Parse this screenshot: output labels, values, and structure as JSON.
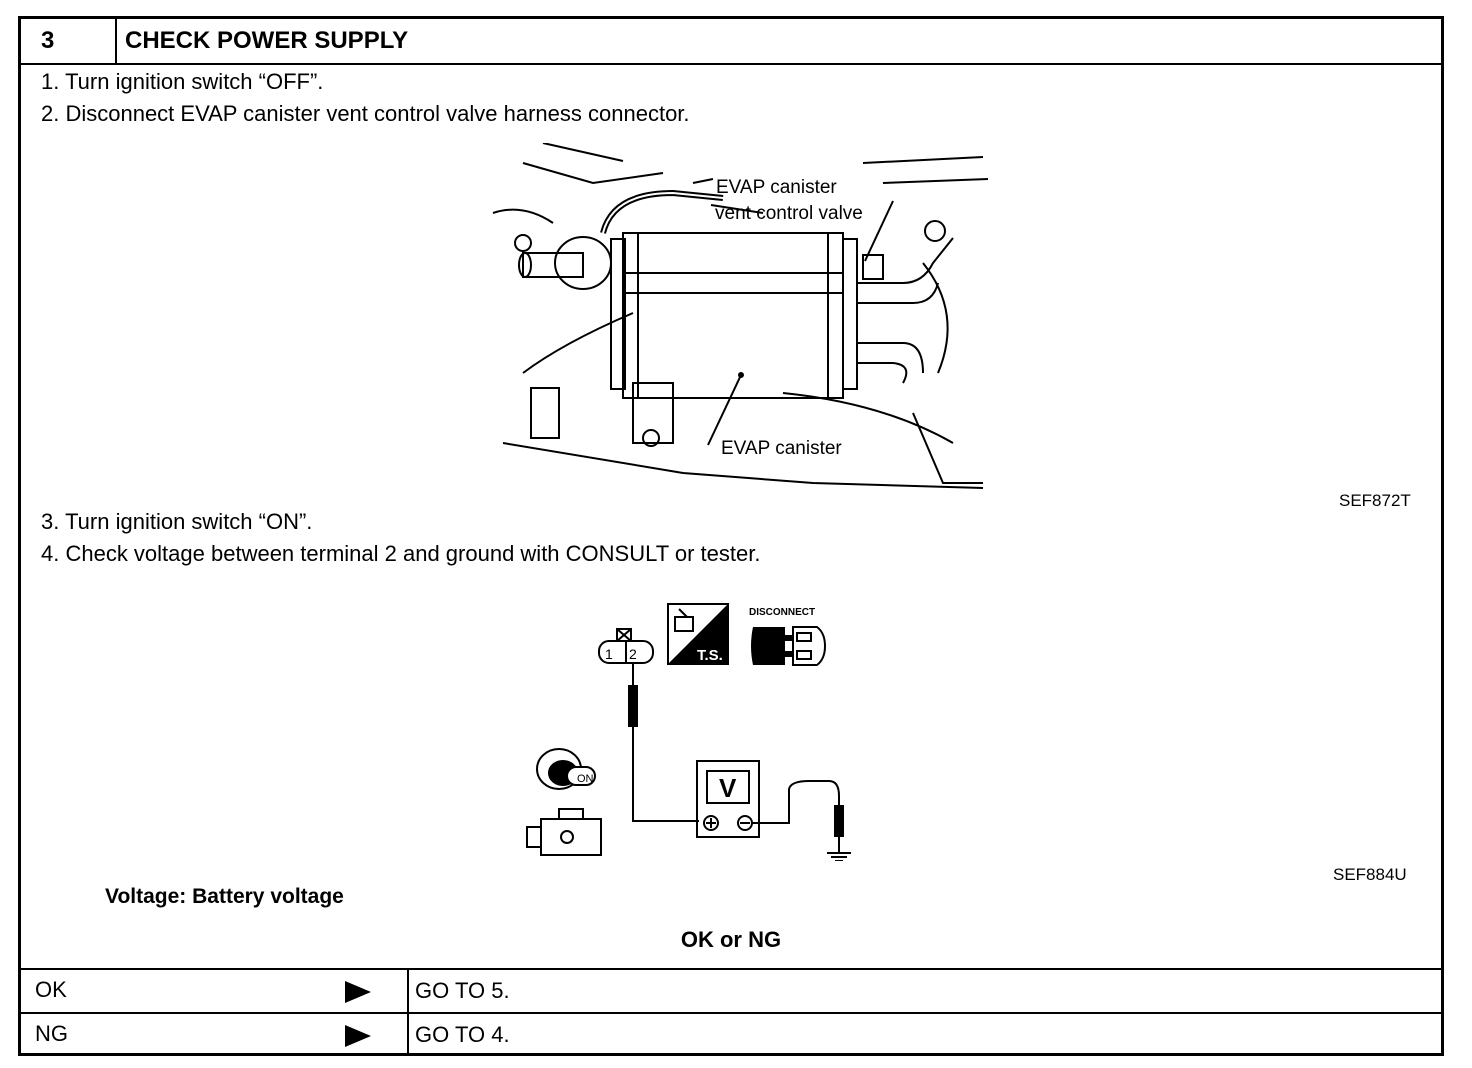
{
  "header": {
    "step_number": "3",
    "title": "CHECK POWER SUPPLY"
  },
  "steps": [
    "1.  Turn ignition switch “OFF”.",
    "2.  Disconnect EVAP canister vent control valve harness connector.",
    "3.  Turn ignition switch “ON”.",
    "4.  Check voltage between terminal 2 and ground with CONSULT or tester."
  ],
  "figure1": {
    "label_valve_line1": "EVAP canister",
    "label_valve_line2": "vent control valve",
    "label_canister": "EVAP canister",
    "code": "SEF872T"
  },
  "figure2": {
    "connector_pins": [
      "1",
      "2"
    ],
    "ts_label": "T.S.",
    "disconnect_label": "DISCONNECT",
    "switch_label": "ON",
    "meter_label": "V",
    "code": "SEF884U"
  },
  "spec_text": "Voltage: Battery voltage",
  "result_title": "OK or NG",
  "results": [
    {
      "label": "OK",
      "action": "GO TO 5."
    },
    {
      "label": "NG",
      "action": "GO TO 4."
    }
  ]
}
